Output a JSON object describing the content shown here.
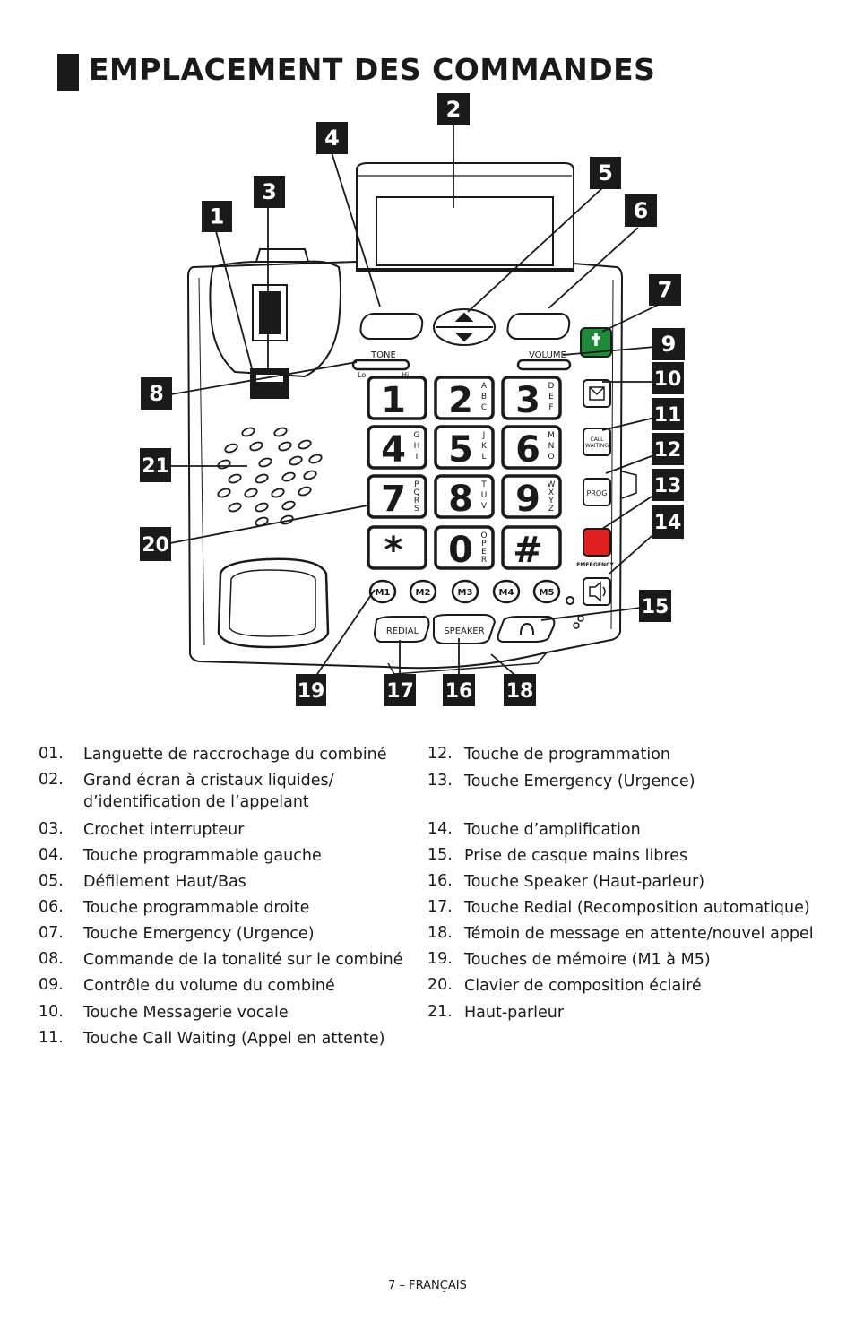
{
  "title": "EMPLACEMENT DES COMMANDES",
  "phone": {
    "tone_label": "TONE",
    "tone_lo": "Lo",
    "tone_hi": "Hi",
    "volume_label": "VOLUME",
    "keys": [
      {
        "digit": "1",
        "letters": ""
      },
      {
        "digit": "2",
        "letters": "ABC"
      },
      {
        "digit": "3",
        "letters": "DEF"
      },
      {
        "digit": "4",
        "letters": "GHI"
      },
      {
        "digit": "5",
        "letters": "JKL"
      },
      {
        "digit": "6",
        "letters": "MNO"
      },
      {
        "digit": "7",
        "letters": "PQRS"
      },
      {
        "digit": "8",
        "letters": "TUV"
      },
      {
        "digit": "9",
        "letters": "WXYZ"
      },
      {
        "digit": "*",
        "letters": ""
      },
      {
        "digit": "0",
        "letters": "OPER"
      },
      {
        "digit": "#",
        "letters": ""
      }
    ],
    "memory_keys": [
      "M1",
      "M2",
      "M3",
      "M4",
      "M5"
    ],
    "call_waiting_label_1": "CALL",
    "call_waiting_label_2": "WAITING",
    "prog_label": "PROG",
    "emergency_label": "EMERGENCY",
    "redial_label": "REDIAL",
    "speaker_label": "SPEAKER"
  },
  "callouts": [
    "1",
    "2",
    "3",
    "4",
    "5",
    "6",
    "7",
    "8",
    "9",
    "10",
    "11",
    "12",
    "13",
    "14",
    "15",
    "16",
    "17",
    "18",
    "19",
    "20",
    "21"
  ],
  "legend_left": [
    {
      "num": "01.",
      "text": "Languette de raccrochage du combiné"
    },
    {
      "num": "02.",
      "text": "Grand écran à cristaux liquides/",
      "text2": "d’identification de l’appelant"
    },
    {
      "num": "03.",
      "text": "Crochet interrupteur"
    },
    {
      "num": "04.",
      "text": "Touche programmable gauche"
    },
    {
      "num": "05.",
      "text": "Défilement Haut/Bas"
    },
    {
      "num": "06.",
      "text": "Touche programmable droite"
    },
    {
      "num": "07.",
      "text": "Touche Emergency (Urgence)"
    },
    {
      "num": "08.",
      "text": "Commande de la tonalité sur le combiné"
    },
    {
      "num": "09.",
      "text": "Contrôle du volume du combiné"
    },
    {
      "num": "10.",
      "text": "Touche Messagerie vocale"
    },
    {
      "num": "11.",
      "text": "Touche Call Waiting (Appel en attente)"
    }
  ],
  "legend_right": [
    {
      "num": "12.",
      "text": "Touche de programmation"
    },
    {
      "num": "13.",
      "text": "Touche Emergency (Urgence)"
    },
    {
      "num": "14.",
      "text": "Touche d’amplification"
    },
    {
      "num": "15.",
      "text": "Prise de casque mains libres"
    },
    {
      "num": "16.",
      "text": "Touche Speaker (Haut-parleur)"
    },
    {
      "num": "17.",
      "text": "Touche Redial (Recomposition automatique)"
    },
    {
      "num": "18.",
      "text": "Témoin de message en attente/nouvel appel"
    },
    {
      "num": "19.",
      "text": "Touches de mémoire (M1 à M5)"
    },
    {
      "num": "20.",
      "text": "Clavier de composition éclairé"
    },
    {
      "num": "21.",
      "text": "Haut-parleur"
    }
  ],
  "footer": "7 – FRANÇAIS",
  "colors": {
    "ink": "#1a1a1a",
    "emergency_plus": "#1e8a3a",
    "emergency_red": "#e02020"
  }
}
